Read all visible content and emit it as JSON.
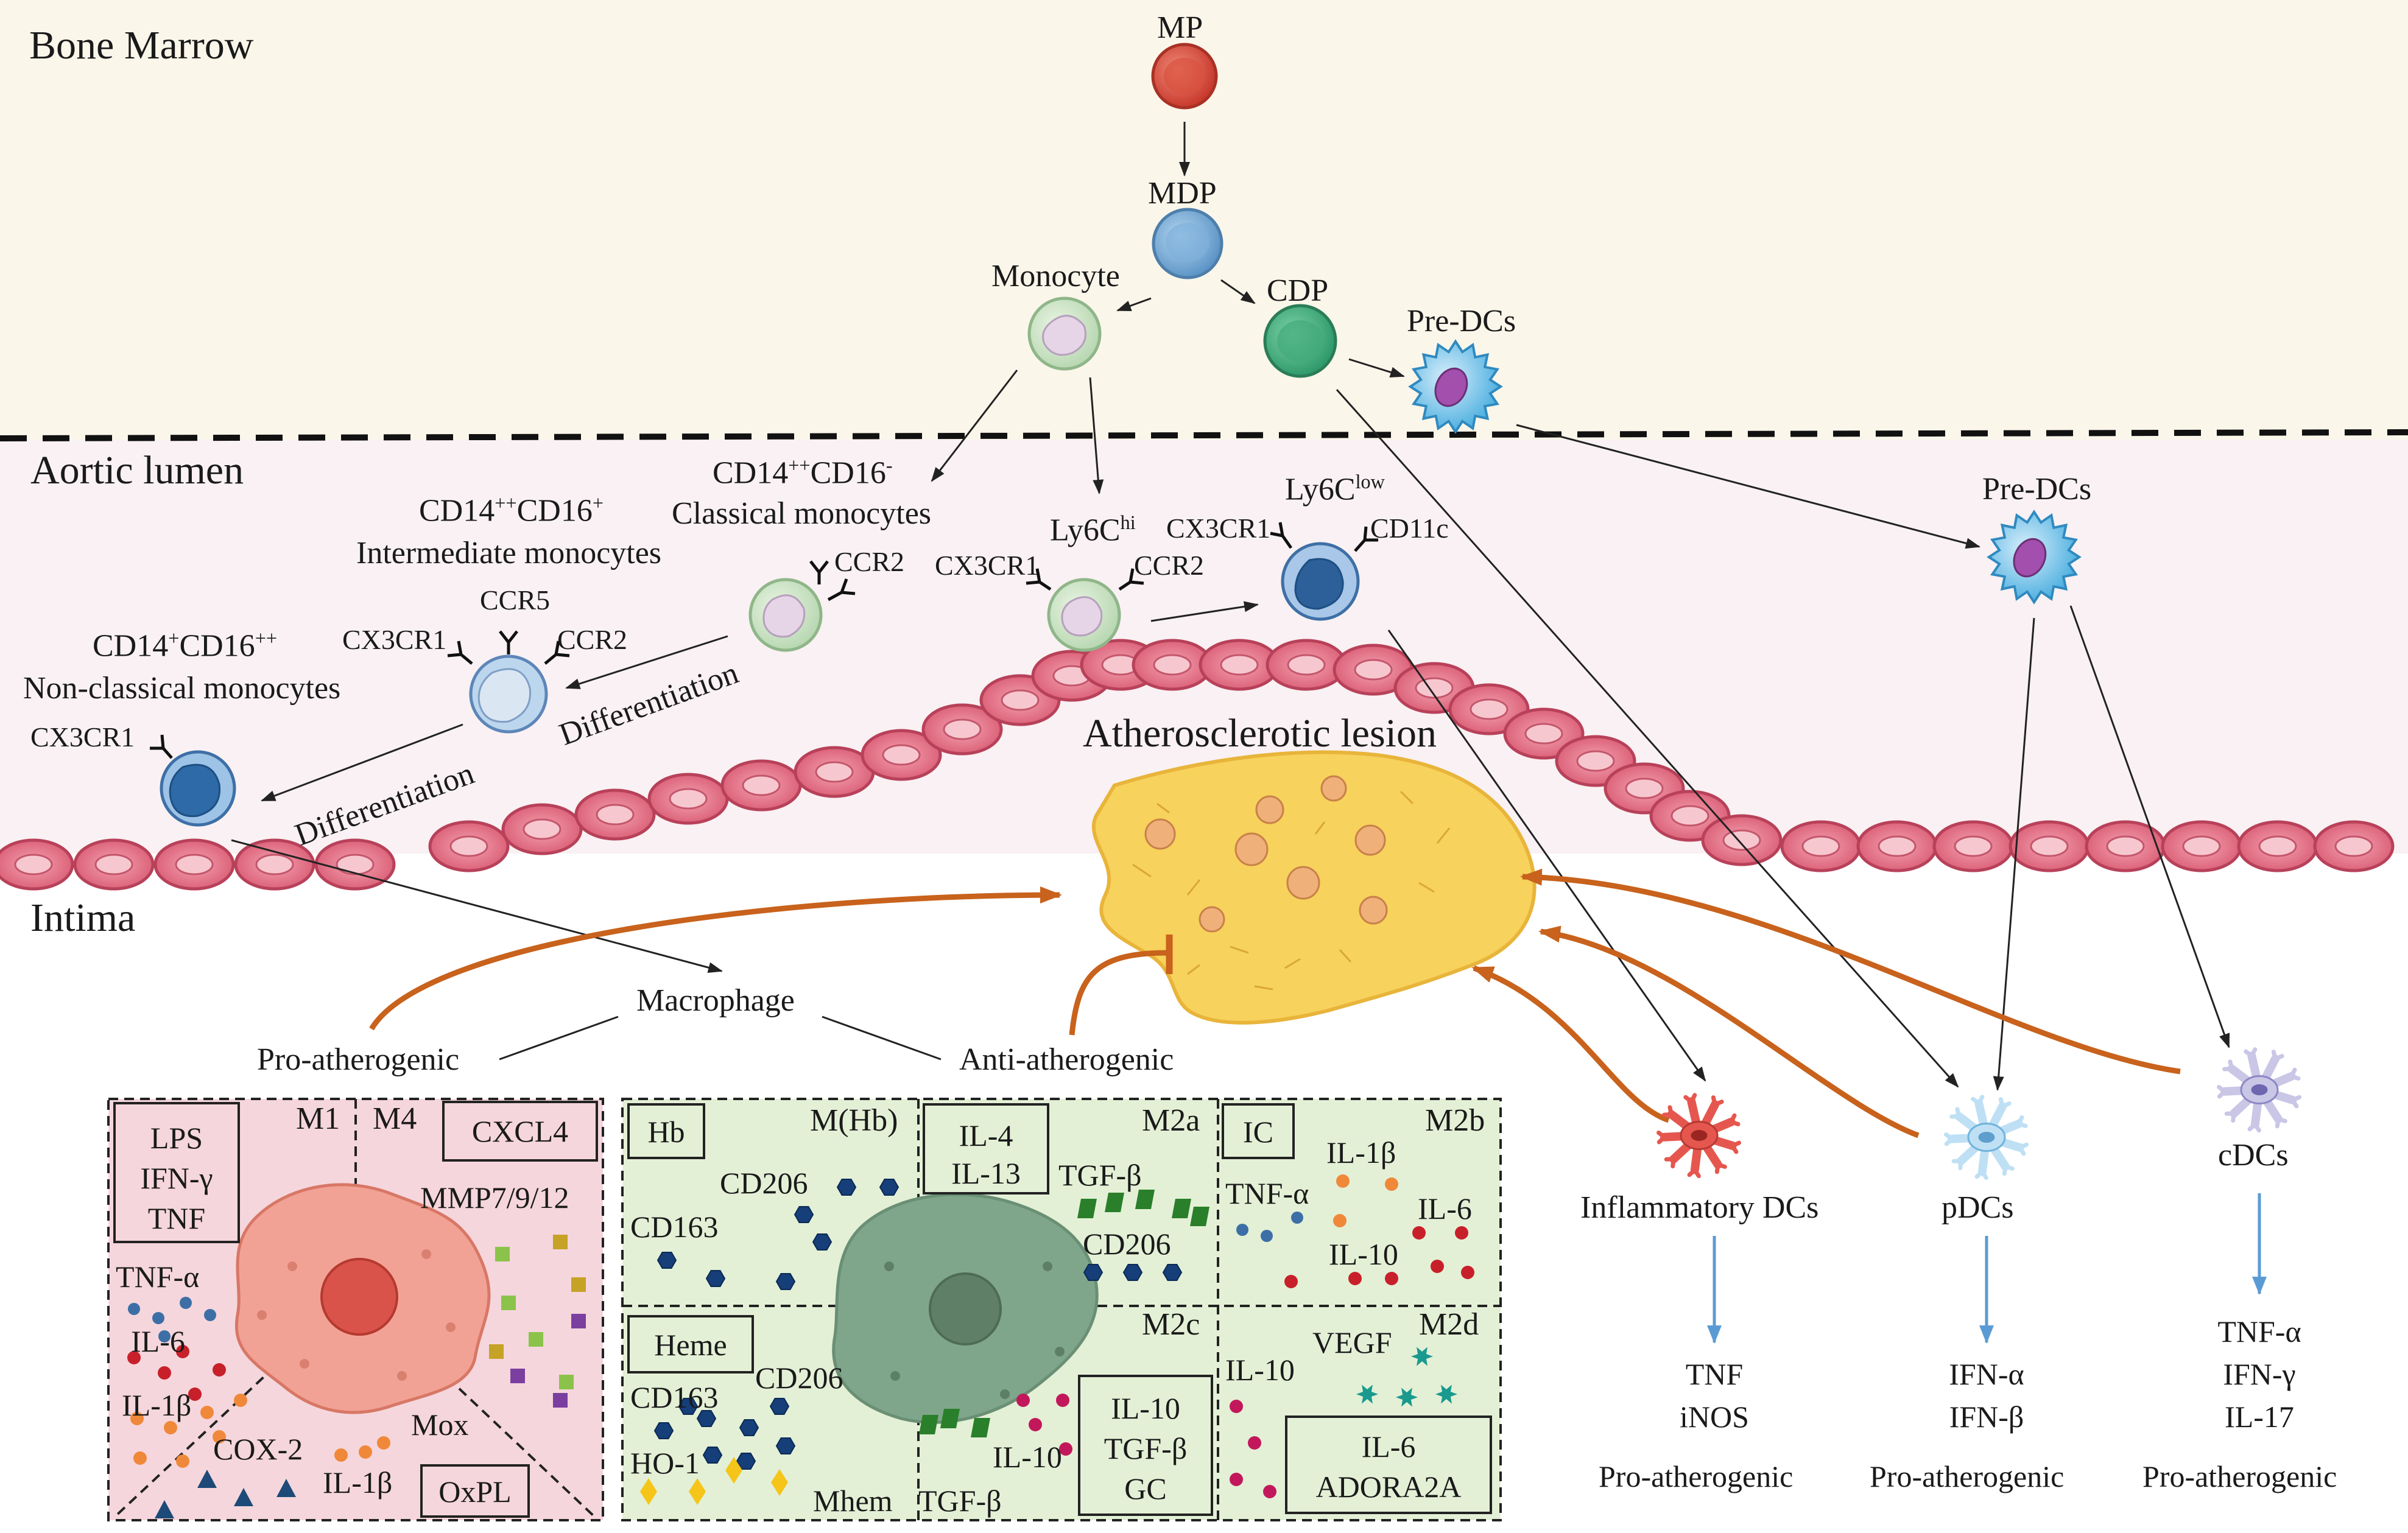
{
  "regions": {
    "bone_marrow": "Bone Marrow",
    "aortic_lumen": "Aortic lumen",
    "intima": "Intima",
    "lesion": "Atherosclerotic lesion"
  },
  "cells": {
    "mp": "MP",
    "mdp": "MDP",
    "monocyte": "Monocyte",
    "cdp": "CDP",
    "pre_dcs_bm": "Pre-DCs",
    "pre_dcs_lumen": "Pre-DCs",
    "classical_markers": "CD14++CD16-",
    "classical": "Classical monocytes",
    "intermediate_markers": "CD14++CD16+",
    "intermediate": "Intermediate monocytes",
    "nonclassical_markers": "CD14+CD16++",
    "nonclassical": "Non-classical monocytes",
    "ly6chi": "Ly6Chi",
    "ly6clow": "Ly6Clow",
    "macrophage": "Macrophage",
    "inflammatory_dcs": "Inflammatory DCs",
    "pdcs": "pDCs",
    "cdcs": "cDCs"
  },
  "receptors": {
    "ccr2_classical": "CCR2",
    "cx3cr1_inter": "CX3CR1",
    "ccr5_inter": "CCR5",
    "ccr2_inter": "CCR2",
    "cx3cr1_nonclassical": "CX3CR1",
    "cx3cr1_ly6chi": "CX3CR1",
    "ccr2_ly6chi": "CCR2",
    "cx3cr1_ly6clow": "CX3CR1",
    "cd11c_ly6clow": "CD11c"
  },
  "arrows": {
    "differentiation_1": "Differentiation",
    "differentiation_2": "Differentiation"
  },
  "macrophage_roles": {
    "pro": "Pro-atherogenic",
    "anti": "Anti-atherogenic"
  },
  "m1m4": {
    "m1": "M1",
    "m4": "M4",
    "m1_inducers": [
      "LPS",
      "IFN-γ",
      "TNF"
    ],
    "m4_inducer": "CXCL4",
    "mmp": "MMP7/9/12",
    "tnfa": "TNF-α",
    "il6": "IL-6",
    "il1b_left": "IL-1β",
    "cox2": "COX-2",
    "il1b_bottom": "IL-1β",
    "mox": "Mox",
    "oxpl": "OxPL"
  },
  "m2": {
    "mhb": "M(Hb)",
    "hb": "Hb",
    "cd206_hb": "CD206",
    "cd163_hb": "CD163",
    "m2a": "M2a",
    "m2a_inducers": [
      "IL-4",
      "IL-13"
    ],
    "tgfb_m2a": "TGF-β",
    "cd206_m2a": "CD206",
    "m2b": "M2b",
    "ic": "IC",
    "il1b_m2b": "IL-1β",
    "tnfa_m2b": "TNF-α",
    "il6_m2b": "IL-6",
    "il10_m2b": "IL-10",
    "mhem": "Mhem",
    "heme": "Heme",
    "cd163_mhem": "CD163",
    "cd206_mhem": "CD206",
    "ho1": "HO-1",
    "tgfb_mhem": "TGF-β",
    "m2c": "M2c",
    "il10_m2c": "IL-10",
    "m2c_inducers": [
      "IL-10",
      "TGF-β",
      "GC"
    ],
    "m2d": "M2d",
    "il10_m2d": "IL-10",
    "vegf": "VEGF",
    "m2d_inducers": [
      "IL-6",
      "ADORA2A"
    ]
  },
  "dc_outputs": {
    "inflammatory": [
      "TNF",
      "iNOS"
    ],
    "pdcs": [
      "IFN-α",
      "IFN-β"
    ],
    "cdcs": [
      "TNF-α",
      "IFN-γ",
      "IL-17"
    ],
    "inflammatory_role": "Pro-atherogenic",
    "pdcs_role": "Pro-atherogenic",
    "cdcs_role": "Pro-atherogenic"
  },
  "colors": {
    "bone_marrow_bg": "#fbf6ea",
    "lumen_bg": "#f8eef0",
    "endothelium": "#e0607a",
    "lesion": "#f7d25c",
    "orange_arrow": "#c8621c",
    "blue_arrow": "#5b9bd5",
    "m1m4_bg": "#f5d6dc",
    "m2_bg": "#e3f0d6"
  }
}
